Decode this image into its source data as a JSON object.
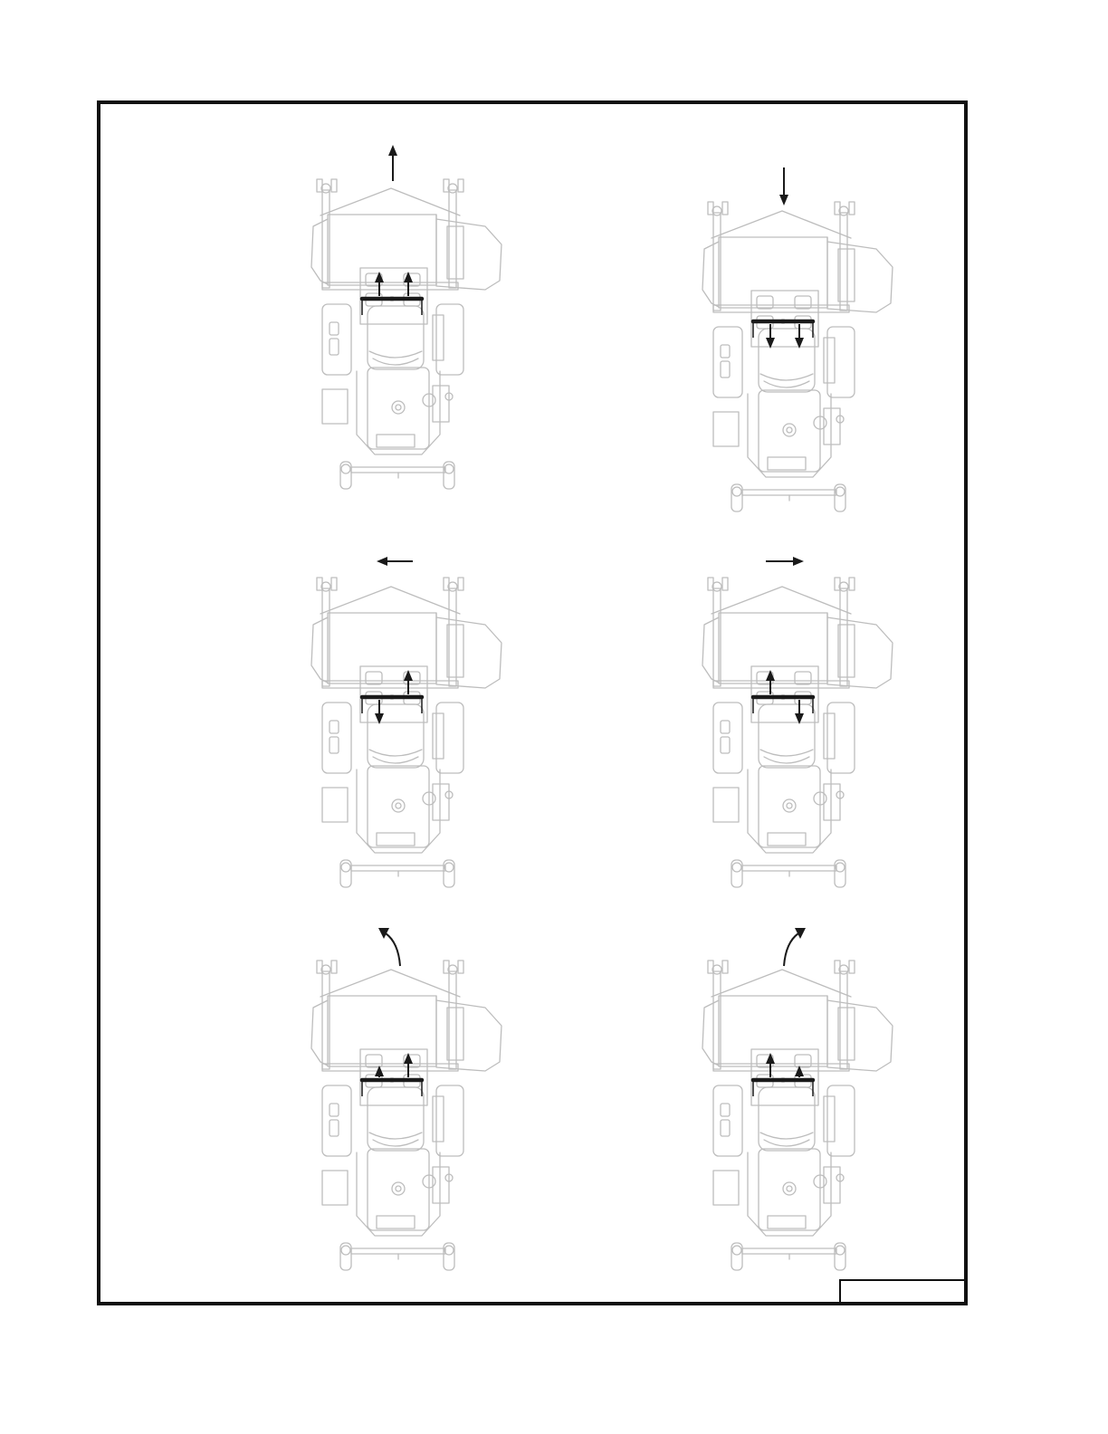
{
  "figure": {
    "panels": [
      {
        "id": "forward",
        "travel_icon": "arrow-up-icon",
        "levers": [
          {
            "side": "left",
            "action": "push"
          },
          {
            "side": "right",
            "action": "push"
          }
        ]
      },
      {
        "id": "reverse",
        "travel_icon": "arrow-down-icon",
        "levers": [
          {
            "side": "left",
            "action": "pull"
          },
          {
            "side": "right",
            "action": "pull"
          }
        ]
      },
      {
        "id": "spin-left",
        "travel_icon": "arrow-left-icon",
        "levers": [
          {
            "side": "left",
            "action": "pull"
          },
          {
            "side": "right",
            "action": "push"
          }
        ]
      },
      {
        "id": "spin-right",
        "travel_icon": "arrow-right-icon",
        "levers": [
          {
            "side": "left",
            "action": "push"
          },
          {
            "side": "right",
            "action": "pull"
          }
        ]
      },
      {
        "id": "turn-left",
        "travel_icon": "curved-arrow-left-icon",
        "levers": [
          {
            "side": "left",
            "action": "push-less"
          },
          {
            "side": "right",
            "action": "push"
          }
        ]
      },
      {
        "id": "turn-right",
        "travel_icon": "curved-arrow-right-icon",
        "levers": [
          {
            "side": "left",
            "action": "push"
          },
          {
            "side": "right",
            "action": "push-less"
          }
        ]
      }
    ],
    "title_block_text": ""
  },
  "colors": {
    "frame": "#111111",
    "linework": "#bdbdbd",
    "arrows": "#1a1a1a"
  }
}
